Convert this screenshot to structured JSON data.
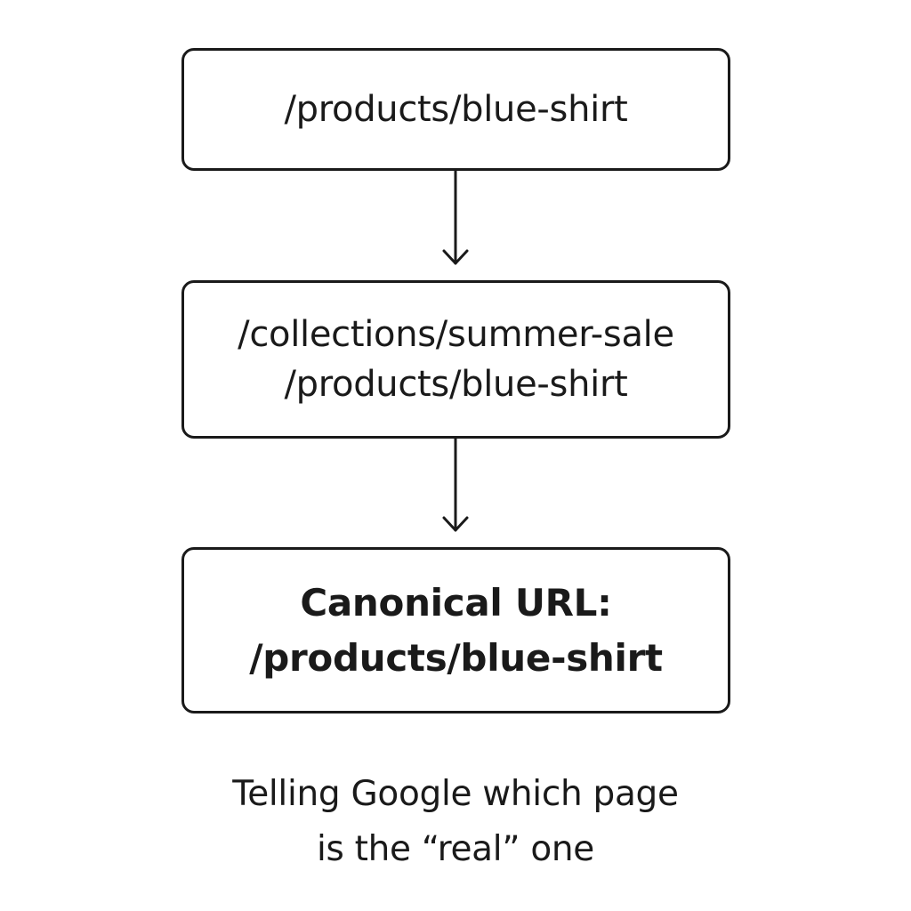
{
  "diagram": {
    "step1": {
      "url": "/products/blue-shirt"
    },
    "step2": {
      "line1": "/collections/summer-sale",
      "line2": "/products/blue-shirt"
    },
    "step3": {
      "line1": "Canonical URL:",
      "line2": "/products/blue-shirt"
    }
  },
  "caption": {
    "line1": "Telling Google which page",
    "line2": "is the “real” one"
  },
  "colors": {
    "stroke": "#1a1a1a",
    "background": "#ffffff"
  }
}
